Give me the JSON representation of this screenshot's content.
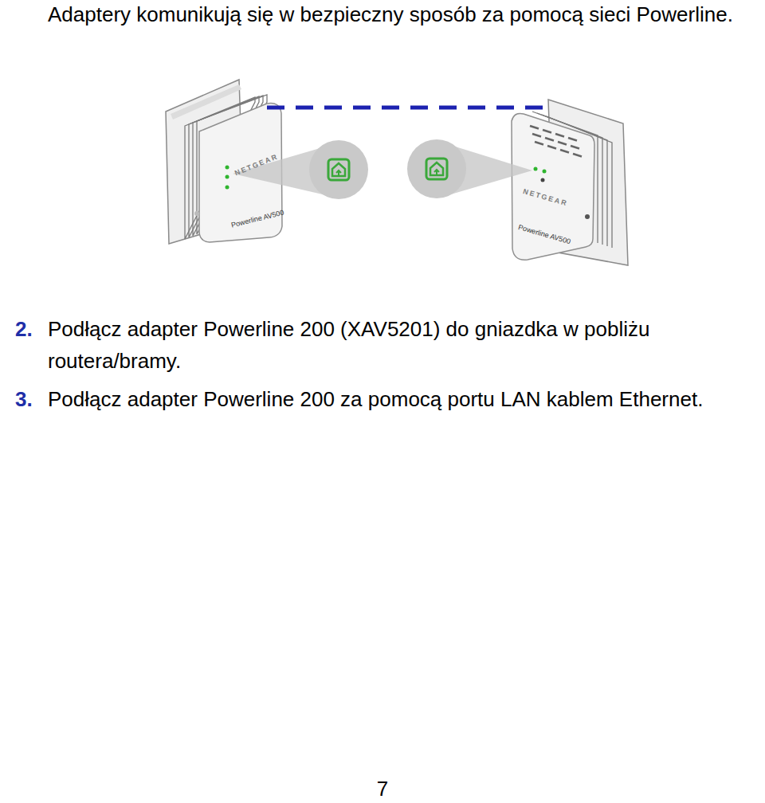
{
  "diagram": {
    "nodes": [
      {
        "text": [
          "NETGEAR",
          "Powerline AV500"
        ]
      },
      {
        "text": [
          "NETGEAR",
          "Powerline AV500"
        ]
      }
    ],
    "edges": [
      {
        "from": 0,
        "to": 1,
        "arrow": "none"
      }
    ],
    "labels": [
      "Adaptery komunikują się w bezpieczny sposób za pomocą sieci Powerline.",
      "2.",
      "Podłącz adapter Powerline 200 (XAV5201) do gniazdka w pobliżu routera/bramy.",
      "3.",
      "Podłącz adapter Powerline 200 za pomocą portu LAN kablem Ethernet.",
      "7"
    ]
  }
}
